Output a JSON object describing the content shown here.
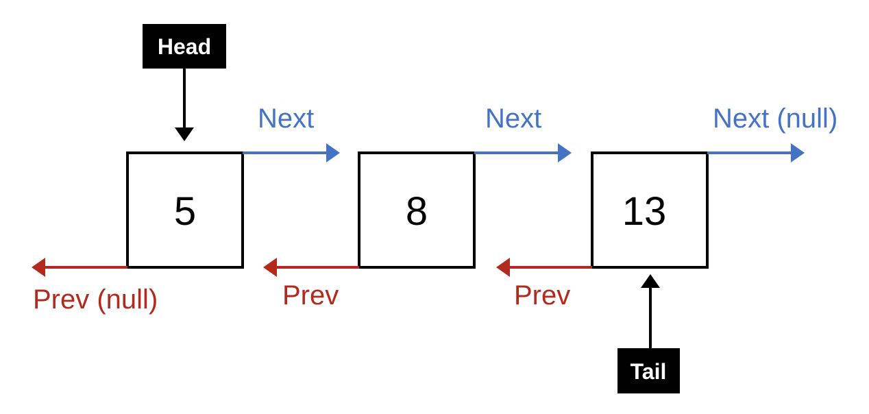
{
  "colors": {
    "next": "#4472c4",
    "prev": "#b22a1e",
    "pointer": "#000000"
  },
  "head_label": "Head",
  "tail_label": "Tail",
  "nodes": [
    {
      "value": "5",
      "next_label": "Next",
      "prev_label": "Prev (null)"
    },
    {
      "value": "8",
      "next_label": "Next",
      "prev_label": "Prev"
    },
    {
      "value": "13",
      "next_label": "Next (null)",
      "prev_label": "Prev"
    }
  ]
}
